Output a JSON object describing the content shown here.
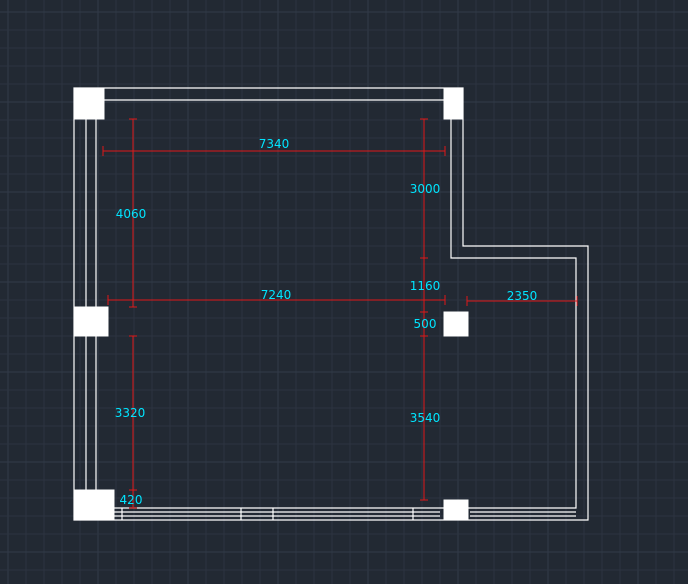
{
  "colors": {
    "background": "#222933",
    "grid_minor": "#2c3440",
    "grid_major": "#323b48",
    "walls": "#ffffff",
    "dimension_lines": "#e01818",
    "dimension_text": "#00e5ff"
  },
  "dimensions": {
    "top_width": "7340",
    "middle_width": "7240",
    "right_wing_width": "2350",
    "left_upper_height": "4060",
    "left_lower_height": "3320",
    "left_bottom_offset": "420",
    "right_upper_height": "3000",
    "right_mid_height": "1160",
    "right_column_height": "500",
    "right_lower_height": "3540"
  }
}
